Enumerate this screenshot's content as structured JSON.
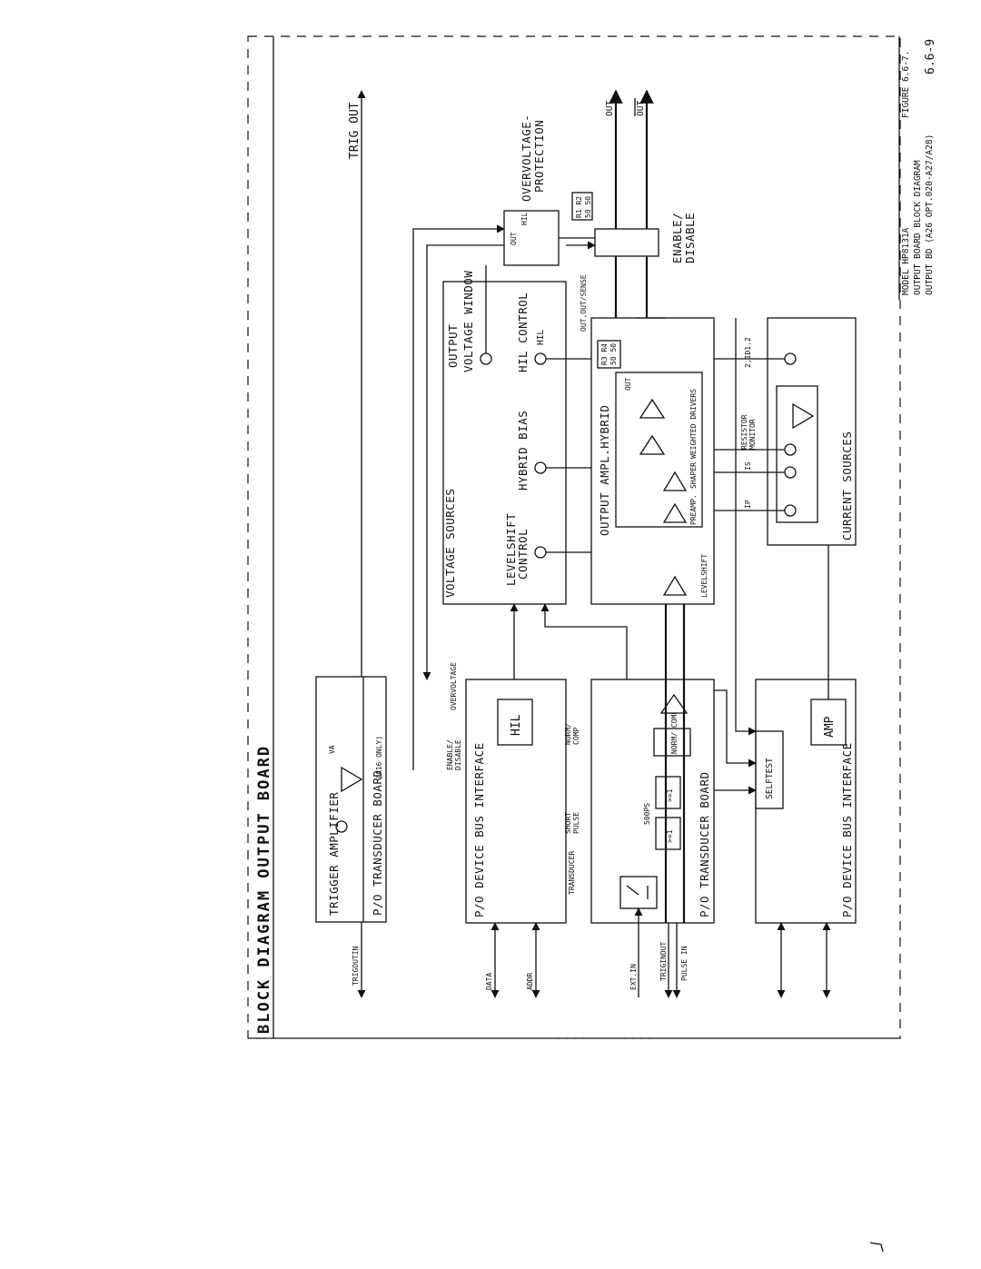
{
  "title": "BLOCK DIAGRAM OUTPUT BOARD",
  "footer": {
    "model": "MODEL HP8131A",
    "diagram": "OUTPUT BOARD BLOCK DIAGRAM",
    "board": "OUTPUT BD (A26 OPT.020-A27/A28)",
    "figure": "FIGURE 6.6-7.",
    "page": "6.6-9"
  },
  "blocks": {
    "trigger_amp": "TRIGGER AMPLIFIER",
    "po_transducer_r16": "P/O TRANSDUCER BOARD",
    "r16_only": "(A16 ONLY)",
    "po_device_bus_1": "P/O DEVICE BUS INTERFACE",
    "po_transducer": "P/O TRANSDUCER BOARD",
    "po_device_bus_2": "P/O DEVICE BUS INTERFACE",
    "voltage_sources": "VOLTAGE SOURCES",
    "levelshift_control_1": "LEVELSHIFT",
    "levelshift_control_2": "CONTROL",
    "hybrid_bias": "HYBRID BIAS",
    "output_voltage_window_1": "OUTPUT",
    "output_voltage_window_2": "VOLTAGE WINDOW",
    "hil_control": "HIL CONTROL",
    "hil_sym": "HIL",
    "output_ampl_hybrid": "OUTPUT AMPL.HYBRID",
    "levelshift": "LEVELSHIFT",
    "current_sources": "CURRENT SOURCES",
    "overvoltage_protection_1": "OVERVOLTAGE-",
    "overvoltage_protection_2": "PROTECTION",
    "enable_disable_1": "ENABLE/",
    "enable_disable_2": "DISABLE",
    "selftest": "SELFTEST",
    "hil_box": "HIL",
    "amp_box": "AMP",
    "norm_comp": "NORM/ COMP",
    "preamp": "PREAMP.",
    "shaper": "SHAPER",
    "weighted_drivers": "WEIGHTED DRIVERS"
  },
  "signals": {
    "trigoutin": "TRIGOUTIN",
    "trig_out": "TRIG OUT",
    "data": "DATA",
    "addr": "ADDR",
    "ext_in": "EXT.IN",
    "triginout": "TRIGINOUT",
    "pulse_in": "PULSE IN",
    "transducer": "TRANSDUCER",
    "short_pulse_1": "SHORT",
    "short_pulse_2": "PULSE",
    "norm_comp_sig_1": "NORM/",
    "norm_comp_sig_2": "COMP",
    "enable_disable_sig_1": "ENABLE/",
    "enable_disable_sig_2": "DISABLE",
    "overvoltage_sig": "OVERVOLTAGE",
    "out_out_sense": "OUT,OUT/SENSE",
    "out": "OUT",
    "out_bar": "OUT",
    "ip": "IP",
    "is": "IS",
    "resistor_monitor_1": "RESISTOR",
    "resistor_monitor_2": "MONITOR",
    "i1_i2": "2,ID1.2",
    "ps_500": "500PS",
    "va": "VA",
    "out_inner": "OUT",
    "r1_r2": "R1 R2",
    "r1_r2_val": "50 50",
    "r3_r4": "R3 R4",
    "r3_r4_val": "50 50",
    "ovp_out": "OUT",
    "ovp_hil": "HIL",
    "gt1": ">=1"
  }
}
